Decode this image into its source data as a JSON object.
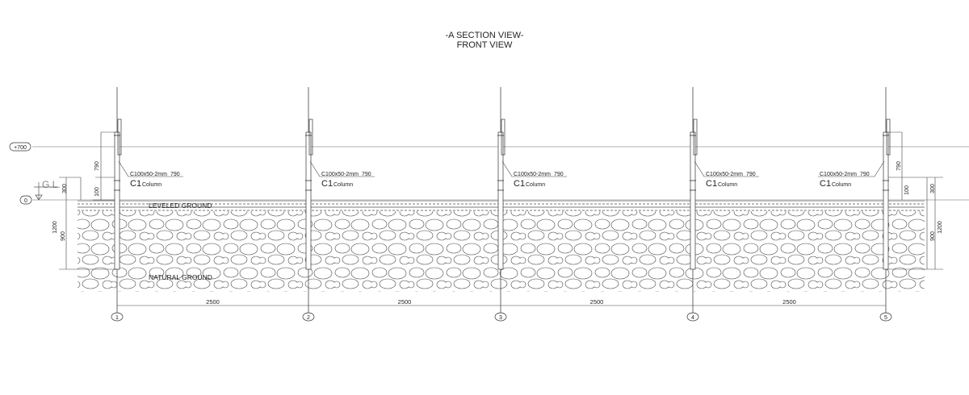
{
  "title": "-A SECTION VIEW-",
  "subtitle": "FRONT VIEW",
  "levels": {
    "top": "+700",
    "zero": "0",
    "gl": "G.L."
  },
  "ground": {
    "leveled": "LEVELED GROUND",
    "natural": "NATURAL GROUND"
  },
  "member": {
    "spec": "C100x50-2mm",
    "length": "790",
    "tag": "C1",
    "type": "Column"
  },
  "dims": {
    "col_790": "790",
    "d100": "100",
    "d300": "300",
    "d1200": "1200",
    "d900": "900"
  },
  "spans": [
    "2500",
    "2500",
    "2500",
    "2500"
  ],
  "grid": [
    "1",
    "2",
    "3",
    "4",
    "5"
  ]
}
